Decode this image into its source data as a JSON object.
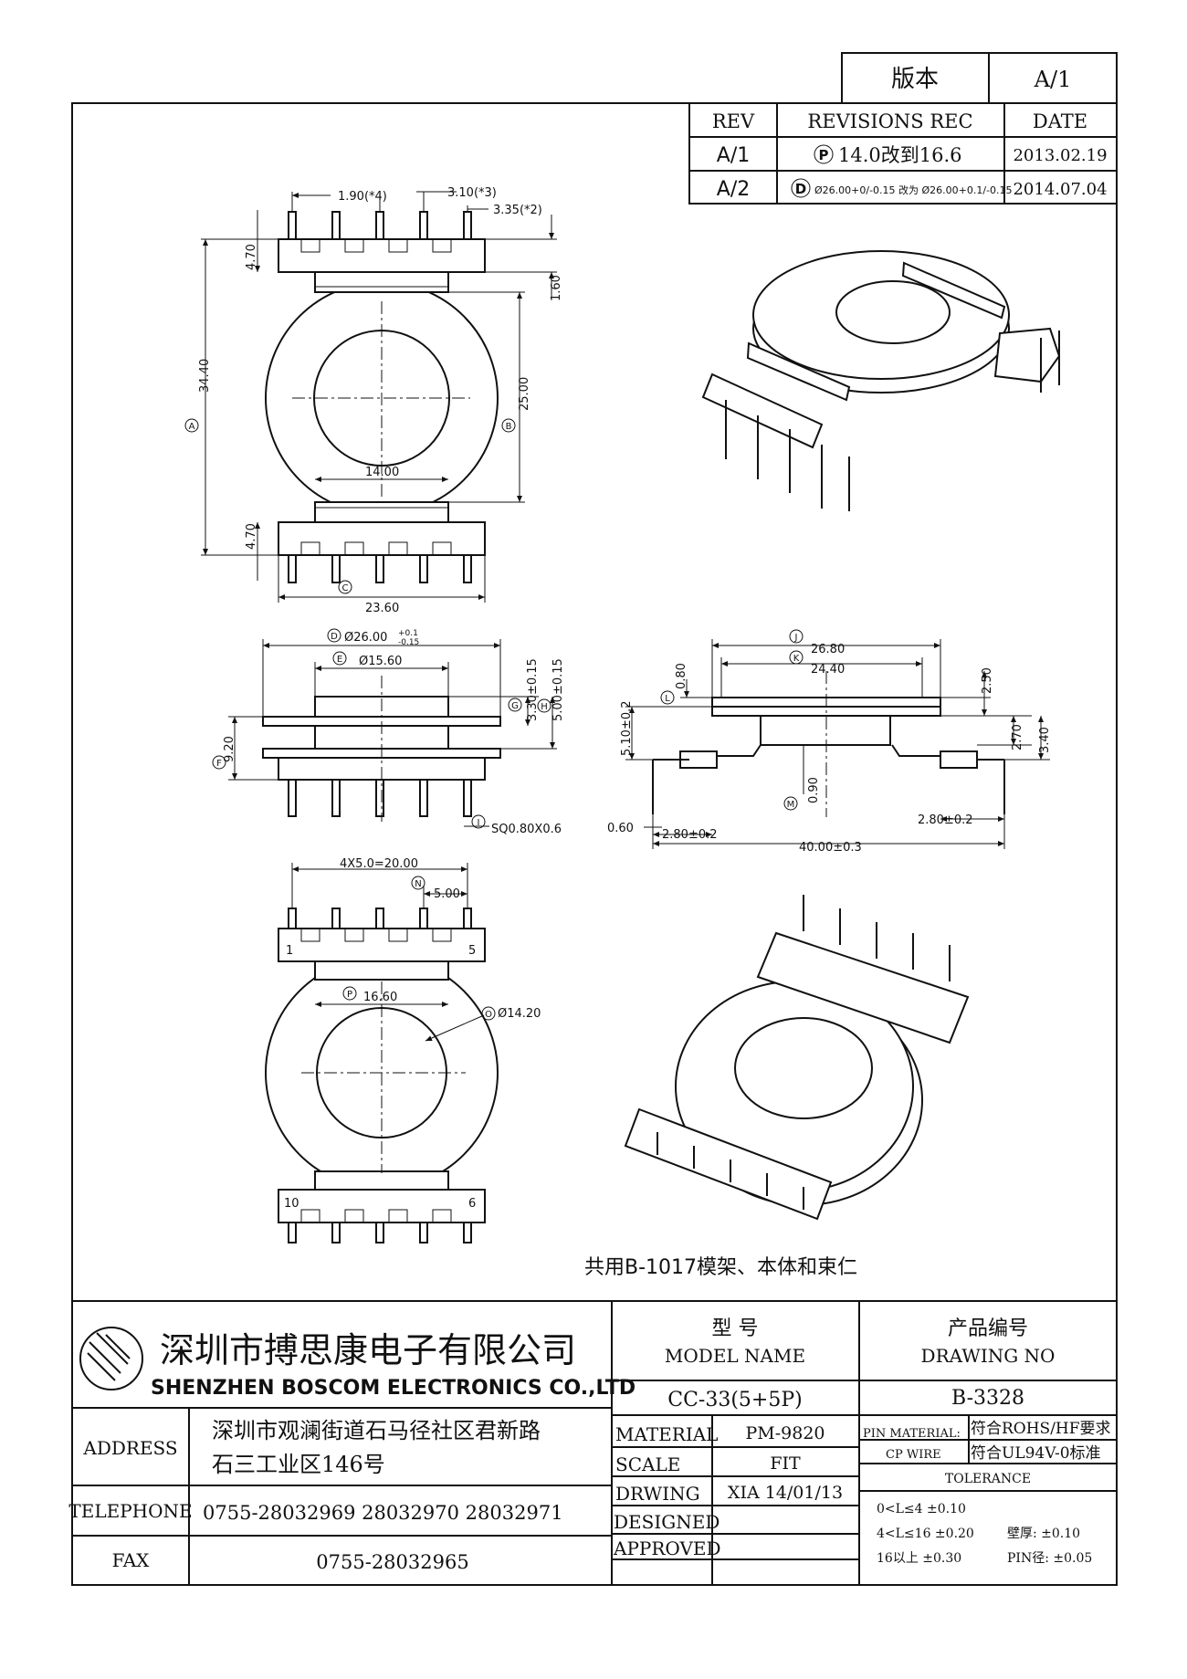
{
  "version_box": {
    "label": "版本",
    "value": "A/1"
  },
  "revisions": {
    "headers": [
      "REV",
      "REVISIONS REC",
      "DATE"
    ],
    "rows": [
      {
        "rev": "A/1",
        "symbol": "P",
        "text": "14.0改到16.6",
        "date": "2013.02.19"
      },
      {
        "rev": "A/2",
        "symbol": "D",
        "text": "Ø26.00+0/-0.15 改为 Ø26.00+0.1/-0.15",
        "date": "2014.07.04"
      }
    ]
  },
  "dimensions": {
    "pitch_1": "1.90(*4)",
    "pitch_2": "3.10(*3)",
    "pitch_3": "3.35(*2)",
    "h_470_top": "4.70",
    "h_470_bot": "4.70",
    "h_160": "1.60",
    "h_3440": "34.40",
    "h_2500": "25.00",
    "w_1400": "14.00",
    "w_2360": "23.60",
    "d_2600": "Ø26.00",
    "d_2600_tol_up": "+0.1",
    "d_2600_tol_dn": "-0.15",
    "d_1560": "Ø15.60",
    "h_330": "3.30±0.15",
    "h_500": "5.00±0.15",
    "h_920": "9.20",
    "pin_sq": "SQ0.80X0.6",
    "w_2680": "26.80",
    "w_2440": "24.40",
    "h_080": "0.80",
    "h_250": "2.50",
    "h_510": "5.10±0.2",
    "h_270": "2.70",
    "h_340": "3.40",
    "h_090": "0.90",
    "w_060": "0.60",
    "w_280_left": "2.80±0.2",
    "w_280_right": "2.80±0.2",
    "w_4000": "40.00±0.3",
    "pitch_total": "4X5.0=20.00",
    "pitch_500": "5.00",
    "w_1660": "16.60",
    "d_1420": "Ø14.20",
    "pin_1": "1",
    "pin_5": "5",
    "pin_10": "10",
    "pin_6": "6"
  },
  "labels": {
    "A": "A",
    "B": "B",
    "C": "C",
    "D": "D",
    "E": "E",
    "F": "F",
    "G": "G",
    "H": "H",
    "I": "I",
    "J": "J",
    "K": "K",
    "L": "L",
    "M": "M",
    "N": "N",
    "O": "O",
    "P": "P"
  },
  "note": "共用B-1017模架、本体和束仁",
  "company": {
    "name_cn": "深圳市搏思康电子有限公司",
    "name_en": "SHENZHEN BOSCOM ELECTRONICS CO.,LTD"
  },
  "title_block": {
    "address_label": "ADDRESS",
    "address_line1": "深圳市观澜街道石马径社区君新路",
    "address_line2": "石三工业区146号",
    "telephone_label": "TELEPHONE",
    "telephone": "0755-28032969 28032970 28032971",
    "fax_label": "FAX",
    "fax": "0755-28032965",
    "model_name_cn": "型    号",
    "model_name_en": "MODEL NAME",
    "model_value": "CC-33(5+5P)",
    "drawing_no_cn": "产品编号",
    "drawing_no_en": "DRAWING NO",
    "drawing_no_value": "B-3328",
    "material_label": "MATERIAL",
    "material_value": "PM-9820",
    "scale_label": "SCALE",
    "scale_value": "FIT",
    "drwing_label": "DRWING",
    "drwing_value": "XIA 14/01/13",
    "designed_label": "DESIGNED",
    "approved_label": "APPROVED",
    "pin_material_label": "PIN MATERIAL:",
    "pin_material_value": "符合ROHS/HF要求",
    "cp_wire_label": "CP WIRE",
    "cp_wire_value": "符合UL94V-0标准",
    "tolerance_label": "TOLERANCE",
    "tol_1": "0<L≤4  ±0.10",
    "tol_2": "4<L≤16  ±0.20",
    "tol_2b": "壁厚:  ±0.10",
    "tol_3": "16以上    ±0.30",
    "tol_3b": "PIN径: ±0.05"
  }
}
